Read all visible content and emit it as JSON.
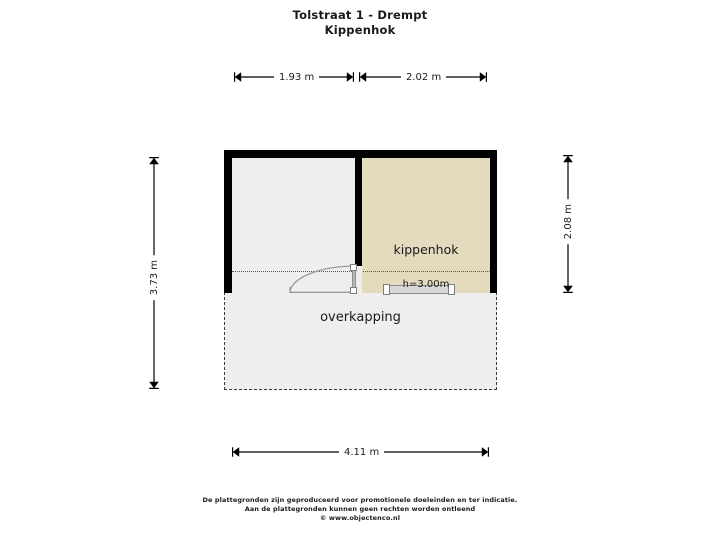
{
  "document": {
    "title_line1": "Tolstraat 1 - Drempt",
    "title_line2": "Kippenhok"
  },
  "colors": {
    "background": "#44624a",
    "page": "#ffffff",
    "wall": "#000000",
    "room_generic": "#eeeeee",
    "room_kippenhok": "#e4dabe",
    "text": "#1a1a1a",
    "dimension_line": "#000000"
  },
  "floorplan": {
    "rooms": [
      {
        "name": "unlabeled-room",
        "label": "",
        "fill": "#eeeeee"
      },
      {
        "name": "kippenhok",
        "label": "kippenhok",
        "fill": "#e4dabe",
        "height_label": "h=3.00m"
      },
      {
        "name": "overkapping",
        "label": "overkapping",
        "fill": "#eeeeee"
      }
    ],
    "openings": [
      {
        "type": "door",
        "name": "interior-door",
        "swing": "arc"
      },
      {
        "type": "window",
        "name": "kippenhok-window"
      }
    ]
  },
  "dimensions": {
    "top_left": "1.93 m",
    "top_right": "2.02 m",
    "left": "3.73 m",
    "right": "2.08 m",
    "bottom": "4.11 m"
  },
  "footer": {
    "line1": "De plattegronden zijn geproduceerd voor promotionele doeleinden en ter indicatie.",
    "line2": "Aan de plattegronden kunnen geen rechten worden ontleend",
    "line3": "© www.objectenco.nl"
  }
}
